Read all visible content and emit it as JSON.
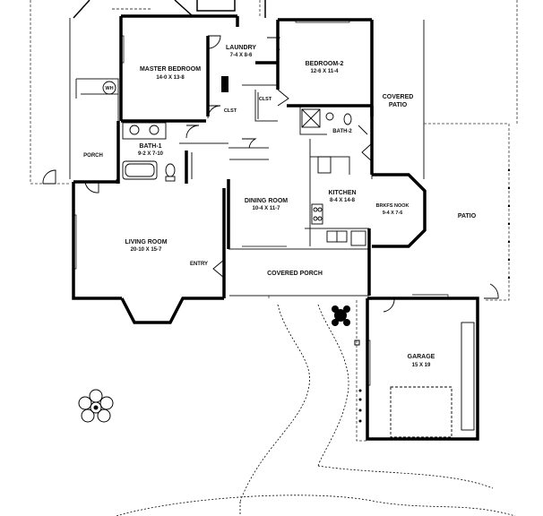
{
  "rooms": {
    "master_bedroom": {
      "name": "MASTER BEDROOM",
      "dims": "14-0 X 13-8"
    },
    "laundry": {
      "name": "LAUNDRY",
      "dims": "7-4 X 8-6"
    },
    "bedroom2": {
      "name": "BEDROOM-2",
      "dims": "12-6 X 11-4"
    },
    "covered_patio": {
      "line1": "COVERED",
      "line2": "PATIO"
    },
    "wh": {
      "name": "WH"
    },
    "clst_left": {
      "name": "CLST"
    },
    "clst_right": {
      "name": "CLST"
    },
    "bath2": {
      "name": "BATH-2"
    },
    "bath1": {
      "name": "BATH-1",
      "dims": "9-2 X 7-10"
    },
    "porch": {
      "name": "PORCH"
    },
    "kitchen": {
      "name": "KITCHEN",
      "dims": "8-4 X 14-8"
    },
    "dining_room": {
      "name": "DINING ROOM",
      "dims": "10-4 X 11-7"
    },
    "brkfs_nook": {
      "name": "BRKFS NOOK",
      "dims": "9-4 X 7-6"
    },
    "patio": {
      "name": "PATIO"
    },
    "living_room": {
      "name": "LIVING ROOM",
      "dims": "20-10 X 15-7"
    },
    "entry": {
      "name": "ENTRY"
    },
    "covered_porch": {
      "name": "COVERED PORCH"
    },
    "garage": {
      "name": "GARAGE",
      "dims": "15 X 19"
    }
  }
}
